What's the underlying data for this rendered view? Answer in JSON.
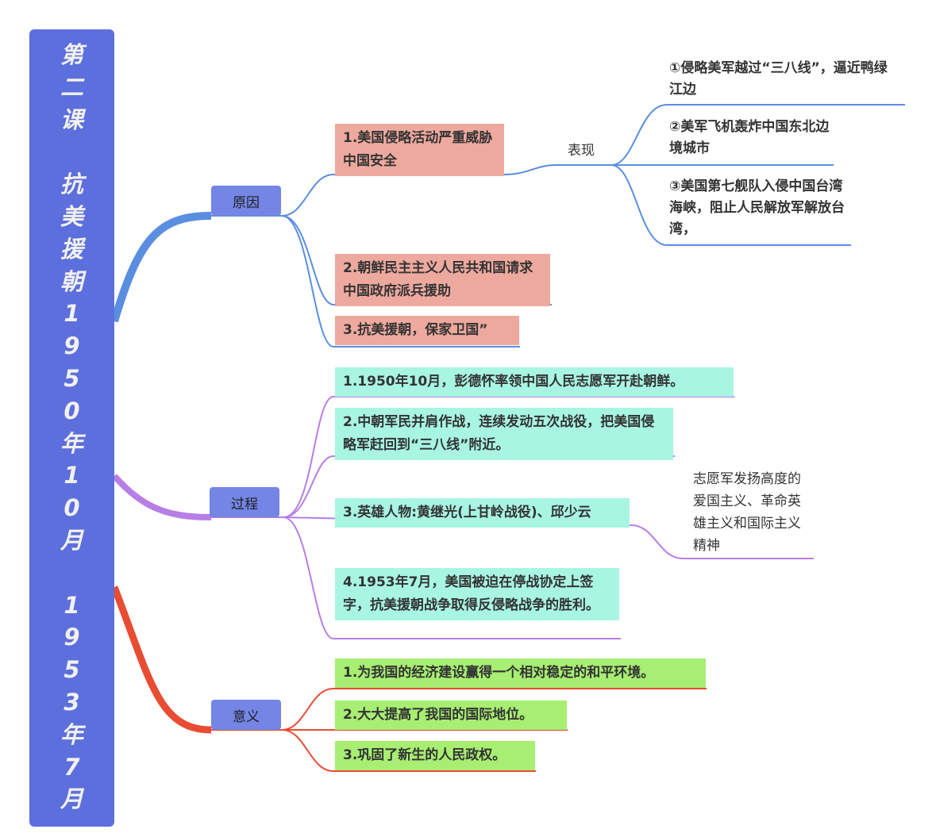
{
  "title_chars": [
    "第",
    "二",
    "课",
    "",
    "抗",
    "美",
    "援",
    "朝",
    "1",
    "9",
    "5",
    "0",
    "年",
    "1",
    "0",
    "月",
    "",
    "1",
    "9",
    "5",
    "3",
    "年",
    "7",
    "月"
  ],
  "sections": {
    "reason": {
      "label": "原因",
      "items": [
        "1.美国侵略活动严重威胁中国安全",
        "2.朝鲜民主主义人民共和国请求中国政府派兵援助",
        "3.抗美援朝，保家卫国”"
      ],
      "manifest_label": "表现",
      "manifest": [
        "①侵略美军越过“三八线”，逼近鸭绿江边",
        "②美军飞机轰炸中国东北边境城市",
        "③美国第七舰队入侵中国台湾海峡，阻止人民解放军解放台湾，"
      ]
    },
    "process": {
      "label": "过程",
      "items": [
        "1.1950年10月，彭德怀率领中国人民志愿军开赴朝鲜。",
        "2.中朝军民并肩作战，连续发动五次战役，把美国侵略军赶回到“三八线”附近。",
        "3.英雄人物:黄继光(上甘岭战役)、邱少云",
        "4.1953年7月，美国被迫在停战协定上签字，抗美援朝战争取得反侵略战争的胜利。"
      ],
      "spirit": "志愿军发扬高度的爱国主义、革命英雄主义和国际主义精神"
    },
    "meaning": {
      "label": "意义",
      "items": [
        "1.为我国的经济建设赢得一个相对稳定的和平环境。",
        "2.大大提高了我国的国际地位。",
        "3.巩固了新生的人民政权。"
      ]
    }
  },
  "colors": {
    "root": "#5d6fdc",
    "category": "#7485e6",
    "reason": "#5a8ee0",
    "process": "#b77ee6",
    "meaning": "#e84c33"
  }
}
